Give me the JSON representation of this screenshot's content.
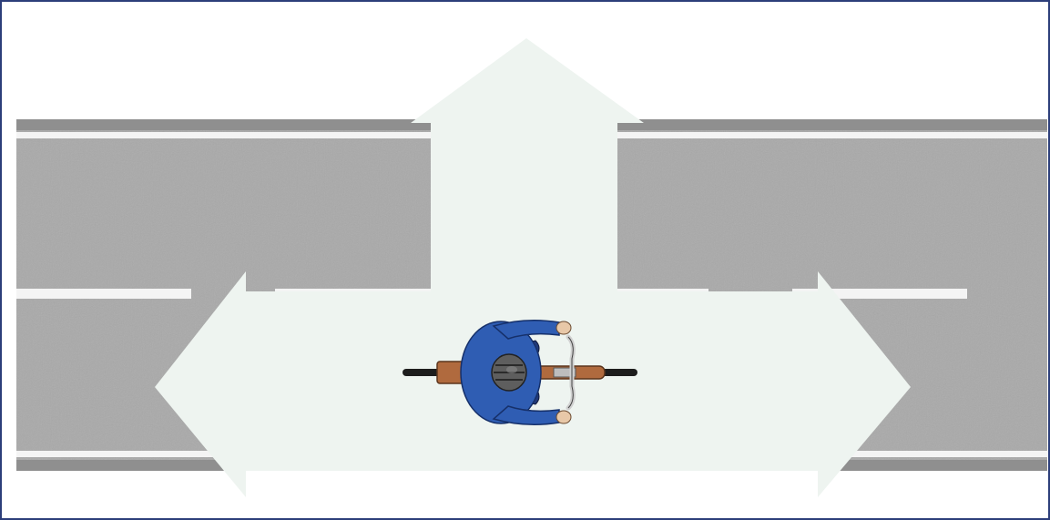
{
  "illustration": {
    "subject": "cyclist-at-intersection",
    "directions": [
      "left",
      "straight",
      "right"
    ],
    "colors": {
      "frame_border": "#2c3e7a",
      "road": "#a9a9a9",
      "road_edge": "#8f8f8f",
      "lane_marking": "#f4f4f4",
      "arrow_fill": "#eef4f0",
      "jacket": "#2f5db3",
      "helmet": "#5e5e5e",
      "bicycle_frame": "#b06a3e",
      "tire": "#1d1d1d"
    }
  }
}
